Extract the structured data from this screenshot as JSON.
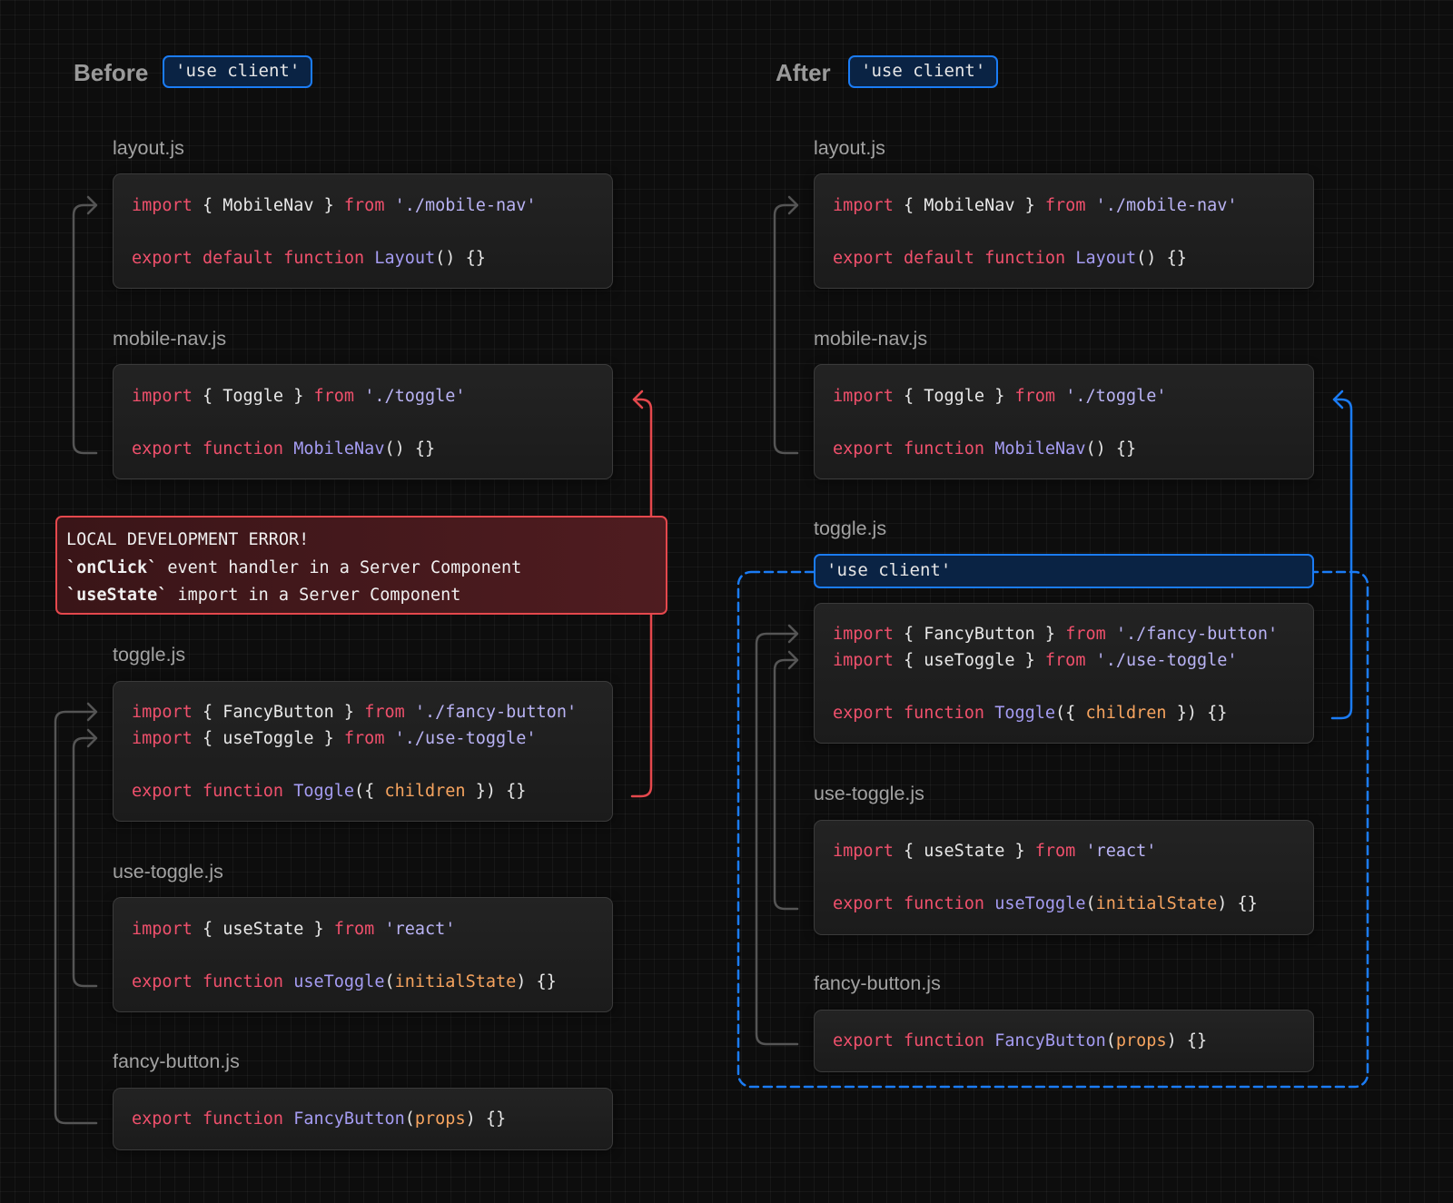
{
  "before": {
    "title": "Before",
    "tag": "'use client'",
    "files": {
      "layout": {
        "name": "layout.js",
        "line1": {
          "kw1": "import",
          "p1": " { MobileNav } ",
          "kw2": "from",
          "p2": " ",
          "str": "'./mobile-nav'"
        },
        "line2": {
          "kw1": "export default function",
          "p1": " ",
          "fn": "Layout",
          "p2": "() {}"
        }
      },
      "mobile_nav": {
        "name": "mobile-nav.js",
        "line1": {
          "kw1": "import",
          "p1": " { Toggle } ",
          "kw2": "from",
          "p2": " ",
          "str": "'./toggle'"
        },
        "line2": {
          "kw1": "export function",
          "p1": " ",
          "fn": "MobileNav",
          "p2": "() {}"
        }
      },
      "toggle": {
        "name": "toggle.js",
        "line1": {
          "kw1": "import",
          "p1": " { FancyButton } ",
          "kw2": "from",
          "p2": " ",
          "str": "'./fancy-button'"
        },
        "line2": {
          "kw1": "import",
          "p1": " { useToggle } ",
          "kw2": "from",
          "p2": " ",
          "str": "'./use-toggle'"
        },
        "line3": {
          "kw1": "export function",
          "p1": " ",
          "fn": "Toggle",
          "p2": "({ ",
          "arg": "children",
          "p3": " }) {}"
        }
      },
      "use_toggle": {
        "name": "use-toggle.js",
        "line1": {
          "kw1": "import",
          "p1": " { useState } ",
          "kw2": "from",
          "p2": " ",
          "str": "'react'"
        },
        "line2": {
          "kw1": "export function",
          "p1": " ",
          "fn": "useToggle",
          "p2": "(",
          "arg": "initialState",
          "p3": ") {}"
        }
      },
      "fancy_button": {
        "name": "fancy-button.js",
        "line1": {
          "kw1": "export function",
          "p1": " ",
          "fn": "FancyButton",
          "p2": "(",
          "arg": "props",
          "p3": ") {}"
        }
      }
    },
    "error": {
      "title": "LOCAL DEVELOPMENT ERROR!",
      "line1_code": "`onClick`",
      "line1_text": " event handler in a Server Component",
      "line2_code": "`useState`",
      "line2_text": " import in a Server Component"
    }
  },
  "after": {
    "title": "After",
    "tag": "'use client'",
    "toggle_directive": "'use client'",
    "files": {
      "layout": {
        "name": "layout.js",
        "line1": {
          "kw1": "import",
          "p1": " { MobileNav } ",
          "kw2": "from",
          "p2": " ",
          "str": "'./mobile-nav'"
        },
        "line2": {
          "kw1": "export default function",
          "p1": " ",
          "fn": "Layout",
          "p2": "() {}"
        }
      },
      "mobile_nav": {
        "name": "mobile-nav.js",
        "line1": {
          "kw1": "import",
          "p1": " { Toggle } ",
          "kw2": "from",
          "p2": " ",
          "str": "'./toggle'"
        },
        "line2": {
          "kw1": "export function",
          "p1": " ",
          "fn": "MobileNav",
          "p2": "() {}"
        }
      },
      "toggle": {
        "name": "toggle.js",
        "line1": {
          "kw1": "import",
          "p1": " { FancyButton } ",
          "kw2": "from",
          "p2": " ",
          "str": "'./fancy-button'"
        },
        "line2": {
          "kw1": "import",
          "p1": " { useToggle } ",
          "kw2": "from",
          "p2": " ",
          "str": "'./use-toggle'"
        },
        "line3": {
          "kw1": "export function",
          "p1": " ",
          "fn": "Toggle",
          "p2": "({ ",
          "arg": "children",
          "p3": " }) {}"
        }
      },
      "use_toggle": {
        "name": "use-toggle.js",
        "line1": {
          "kw1": "import",
          "p1": " { useState } ",
          "kw2": "from",
          "p2": " ",
          "str": "'react'"
        },
        "line2": {
          "kw1": "export function",
          "p1": " ",
          "fn": "useToggle",
          "p2": "(",
          "arg": "initialState",
          "p3": ") {}"
        }
      },
      "fancy_button": {
        "name": "fancy-button.js",
        "line1": {
          "kw1": "export function",
          "p1": " ",
          "fn": "FancyButton",
          "p2": "(",
          "arg": "props",
          "p3": ") {}"
        }
      }
    }
  },
  "colors": {
    "keyword": "#f0506c",
    "function": "#a59cf2",
    "string": "#b9b3f4",
    "argument": "#f7a45f",
    "error": "#e5484d",
    "client_boundary": "#1b7cf5",
    "connector": "#555555"
  }
}
